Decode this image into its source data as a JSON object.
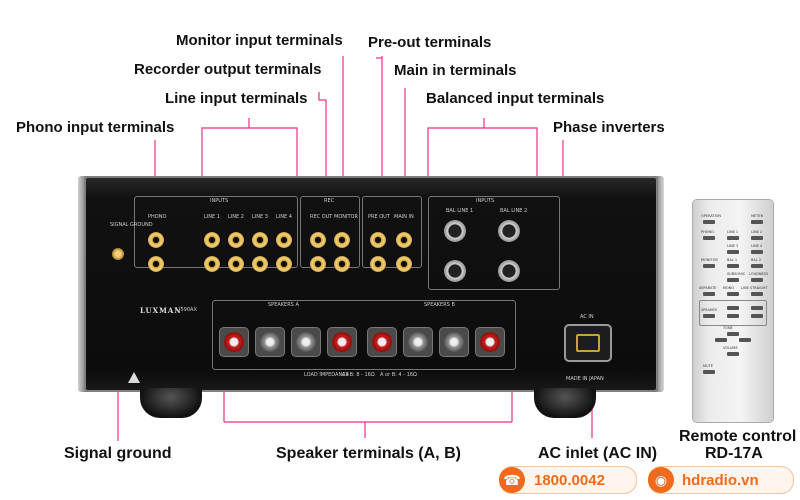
{
  "labels": {
    "monitor_input": "Monitor input terminals",
    "pre_out": "Pre-out terminals",
    "recorder_output": "Recorder output terminals",
    "main_in": "Main in terminals",
    "line_input": "Line input terminals",
    "balanced_input": "Balanced input terminals",
    "phono_input": "Phono input terminals",
    "phase_inverters": "Phase inverters",
    "signal_ground": "Signal ground",
    "speaker_terminals": "Speaker terminals (A, B)",
    "ac_inlet": "AC inlet (AC IN)",
    "remote_control": "Remote control",
    "remote_model": "RD-17A"
  },
  "panel": {
    "inputs": "INPUTS",
    "rec": "REC",
    "inputs2": "INPUTS",
    "phono": "PHONO",
    "line1": "LINE 1",
    "line2": "LINE 2",
    "line3": "LINE 3",
    "line4": "LINE 4",
    "rec_out": "REC OUT",
    "monitor": "MONITOR",
    "pre_out": "PRE OUT",
    "main_in": "MAIN IN",
    "bal_line1": "BAL LINE 1",
    "bal_line2": "BAL LINE 2",
    "signal_ground": "SIGNAL GROUND",
    "speakers_a": "SPEAKERS A",
    "speakers_b": "SPEAKERS B",
    "load_impedance": "LOAD IMPEDANCE",
    "impedance_a": "A+B: 8 - 16Ω",
    "impedance_b": "A or B: 4 - 16Ω",
    "ac_in": "AC IN",
    "brand": "LUXMAN",
    "model": "L-590AX",
    "made_in": "MADE IN JAPAN"
  },
  "remote": {
    "operation": "OPERATION",
    "meter": "METER",
    "phono": "PHONO",
    "line1": "LINE 1",
    "line2": "LINE 2",
    "line3": "LINE 3",
    "line4": "LINE 4",
    "monitor": "MONITOR",
    "bal1": "BAL 1",
    "bal2": "BAL 2",
    "subsonic": "SUBSONIC",
    "loudness": "LOUDNESS",
    "separate": "SEPARATE",
    "mono": "MONO",
    "line_straight": "LINE STRAIGHT",
    "speaker": "SPEAKER",
    "tone": "TONE",
    "volume": "VOLUME",
    "mute": "MUTE"
  },
  "contact": {
    "phone": "1800.0042",
    "website": "hdradio.vn",
    "phone_icon": "phone-icon",
    "globe_icon": "globe-icon"
  },
  "colors": {
    "leader_line": "#e8308a",
    "accent": "#f06a1c"
  }
}
